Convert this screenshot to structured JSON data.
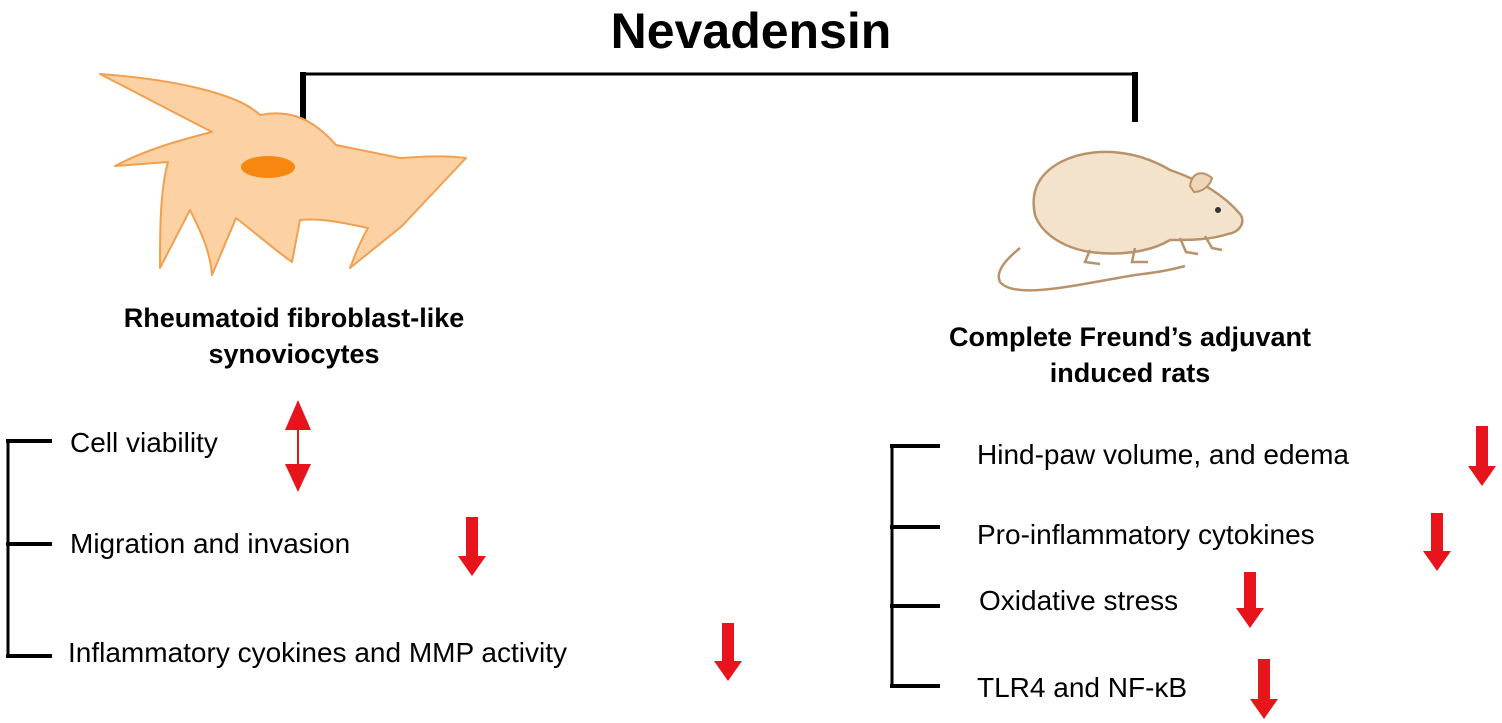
{
  "title": "Nevadensin",
  "left": {
    "heading_line1": "Rheumatoid fibroblast-like",
    "heading_line2": "synoviocytes",
    "items": [
      {
        "label": "Cell viability",
        "effect": "no-change"
      },
      {
        "label": "Migration and invasion",
        "effect": "decrease"
      },
      {
        "label": "Inflammatory cyokines and MMP activity",
        "effect": "decrease"
      }
    ]
  },
  "right": {
    "heading_line1": "Complete Freund’s adjuvant",
    "heading_line2": "induced rats",
    "items": [
      {
        "label": "Hind-paw volume, and edema",
        "effect": "decrease"
      },
      {
        "label": "Pro-inflammatory cytokines",
        "effect": "decrease"
      },
      {
        "label": "Oxidative stress",
        "effect": "decrease"
      },
      {
        "label": "TLR4 and NF-κB",
        "effect": "decrease"
      }
    ]
  },
  "colors": {
    "arrow": "#e8141c",
    "cell_body": "#fcd2a4",
    "cell_outline": "#f0a050",
    "nucleus": "#f7870f",
    "rat_body": "#f3e3cc",
    "rat_outline": "#b8926a"
  }
}
